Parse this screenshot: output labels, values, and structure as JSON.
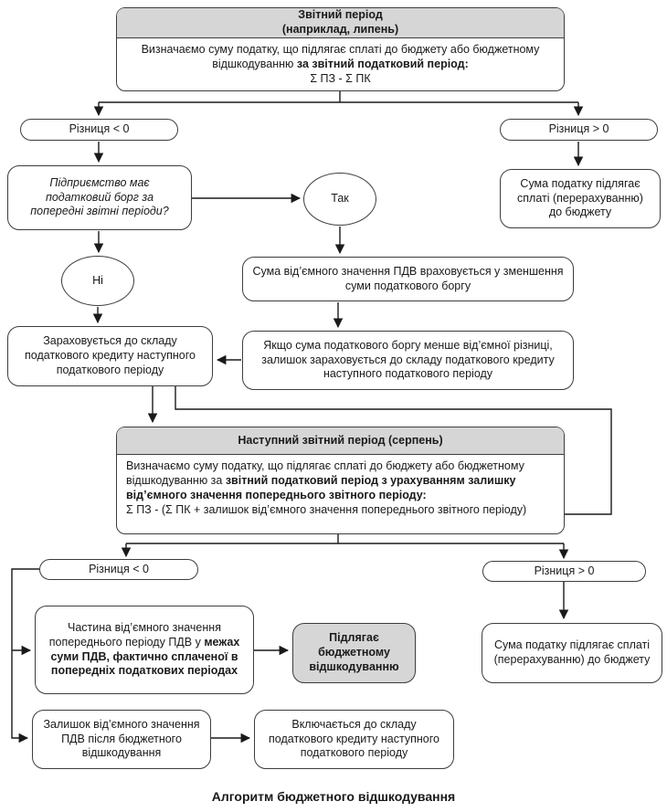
{
  "colors": {
    "border": "#3d3d3d",
    "header_fill": "#d6d6d6",
    "line": "#1a1a1a",
    "background": "#ffffff"
  },
  "nodes": {
    "period1": {
      "title1": "Звітний період",
      "title2": "(наприклад, липень)",
      "body": "Визначаємо суму податку, що підлягає сплаті до бюджету або бюджетному відшкодуванню ",
      "body_bold": "за звітний податковий період:",
      "formula": "Σ ПЗ - Σ ПК"
    },
    "diff_neg_top": {
      "label": "Різниця < 0"
    },
    "diff_pos_top": {
      "label": "Різниця > 0"
    },
    "question": {
      "text": "Підприємство має податковий борг за попередні звітні періоди?"
    },
    "yes": {
      "label": "Так"
    },
    "no": {
      "label": "Ні"
    },
    "pay_top": {
      "text": "Сума податку підлягає сплаті (перерахуванню) до бюджету"
    },
    "offset_debt": {
      "text": "Сума від’ємного значення ПДВ враховується у зменшення суми податкового боргу"
    },
    "credit_next": {
      "text": "Зараховується до складу податкового кредиту наступного податкового періоду"
    },
    "remainder_rule": {
      "text": "Якщо сума податкового боргу менше від’ємної різниці, залишок зараховується до складу податкового кредиту наступного податкового періоду"
    },
    "period2": {
      "title": "Наступний звітний період (серпень)",
      "body": "Визначаємо суму податку, що підлягає сплаті до бюджету або бюджетному відшкодуванню за ",
      "body_bold": "звітний податковий період з урахуванням залишку від’ємного значення попереднього звітного періоду:",
      "formula": "Σ ПЗ - (Σ ПК + залишок від’ємного значення попереднього звітного періоду)"
    },
    "diff_neg_bottom": {
      "label": "Різниця < 0"
    },
    "diff_pos_bottom": {
      "label": "Різниця > 0"
    },
    "part_negative": {
      "text": "Частина від’ємного значення попереднього періоду ПДВ у ",
      "text_bold": "межах суми ПДВ, фактично сплаченої в попередніх податкових періодах"
    },
    "refundable": {
      "text": "Підлягає бюджетному відшкодуванню"
    },
    "pay_bottom": {
      "text": "Сума податку підлягає сплаті (перерахуванню) до бюджету"
    },
    "remainder_after": {
      "text": "Залишок від’ємного значення ПДВ після бюджетного відшкодування"
    },
    "included_credit": {
      "text": "Включається до складу податкового кредиту наступного податкового періоду"
    }
  },
  "caption": "Алгоритм бюджетного відшкодування"
}
